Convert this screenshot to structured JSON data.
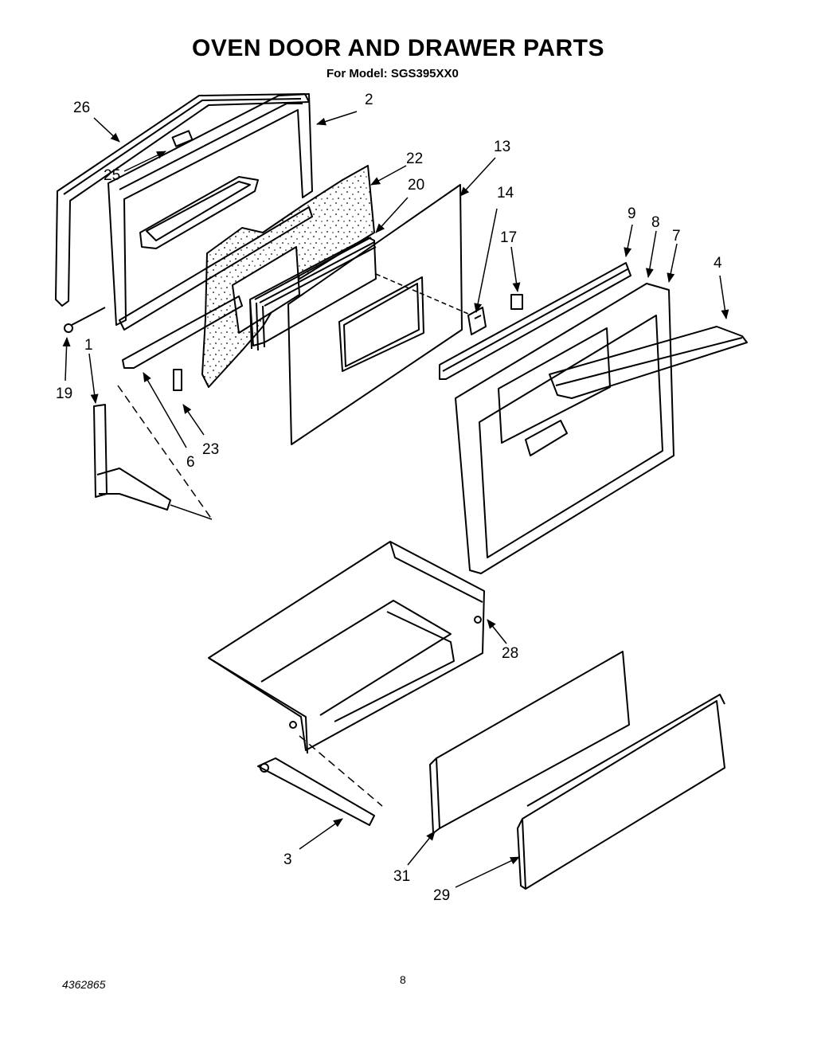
{
  "header": {
    "title": "OVEN DOOR AND DRAWER PARTS",
    "subtitle": "For Model: SGS395XX0"
  },
  "footer": {
    "document_number": "4362865",
    "page_number": "8"
  },
  "callouts": {
    "c26": "26",
    "c2": "2",
    "c25": "25",
    "c22": "22",
    "c20": "20",
    "c13": "13",
    "c14": "14",
    "c17": "17",
    "c9": "9",
    "c8": "8",
    "c7": "7",
    "c4": "4",
    "c1": "1",
    "c19": "19",
    "c6": "6",
    "c23": "23",
    "c28": "28",
    "c3": "3",
    "c31": "31",
    "c29": "29"
  }
}
